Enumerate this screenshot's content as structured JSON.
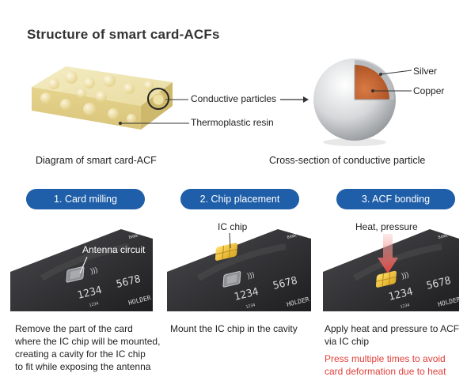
{
  "title": "Structure of smart card-ACFs",
  "labels": {
    "conductive_particles": "Conductive particles",
    "thermoplastic_resin": "Thermoplastic resin",
    "silver": "Silver",
    "copper": "Copper"
  },
  "captions": {
    "acf_diagram": "Diagram of smart card-ACF",
    "particle_cross_section": "Cross-section of conductive particle"
  },
  "steps": [
    {
      "title": "1. Card milling",
      "callout": "Antenna circuit",
      "description": [
        "Remove the part of the card",
        "where the IC chip will be mounted,",
        "creating a cavity for the IC chip",
        "to fit while exposing the antenna"
      ]
    },
    {
      "title": "2. Chip placement",
      "callout": "IC chip",
      "description": [
        "Mount the IC chip in the cavity"
      ]
    },
    {
      "title": "3.  ACF bonding",
      "callout": "Heat, pressure",
      "description": [
        "Apply heat and pressure to ACF",
        "via IC chip"
      ],
      "note": [
        "Press multiple times to avoid",
        "card deformation due to heat"
      ]
    }
  ],
  "card_print": {
    "number_row1": "1234",
    "number_row2": "5678",
    "small_number": "1234",
    "name": "HOLDER",
    "bank": "BANK"
  },
  "colors": {
    "pill_blue": "#1f5ea8",
    "note_red": "#e0403a",
    "copper": "#c8612d",
    "chip_gold": "#f2c43a",
    "card_dark": "#2a2a2c"
  }
}
